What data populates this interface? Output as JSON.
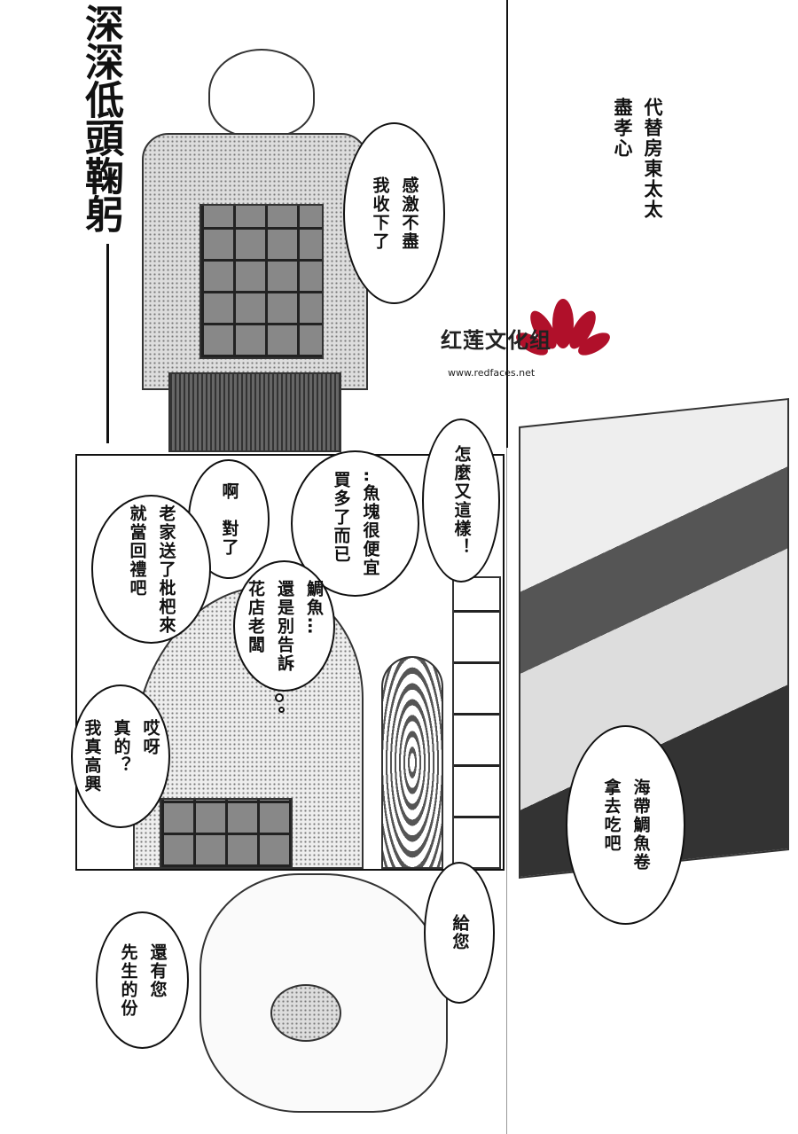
{
  "title_caption": "深深低頭鞠躬",
  "narration": "代替房東太太\n盡孝心",
  "watermark": {
    "name": "红莲文化组",
    "url": "www.redfaces.net",
    "color": "#b0102a"
  },
  "bubbles": {
    "thanks": "感激不盡\n我收下了",
    "again": "怎麼又這樣！",
    "cheap": "‥魚塊很便宜\n買多了而已",
    "oh_right": "啊　對了",
    "loquats": "老家送了枇杷來\n就當回禮吧",
    "thought": "鯛魚…\n還是別告訴\n花店老闆",
    "happy": "哎呀\n真的？\n我真高興",
    "seaweed": "海帶鯛魚卷\n拿去吃吧",
    "here": "給您",
    "husband": "還有您\n先生的份"
  }
}
